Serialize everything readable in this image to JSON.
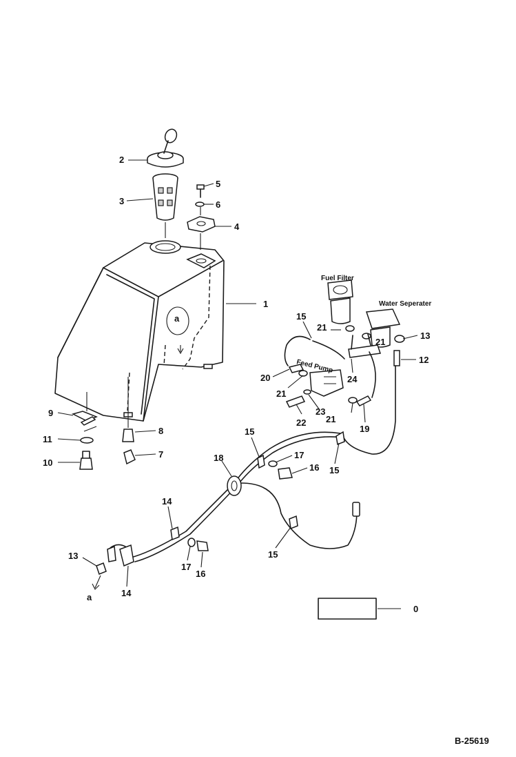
{
  "callouts": {
    "n0": "0",
    "n1": "1",
    "n2": "2",
    "n3": "3",
    "n4": "4",
    "n5": "5",
    "n6": "6",
    "n7": "7",
    "n8": "8",
    "n9": "9",
    "n10": "10",
    "n11": "11",
    "n12": "12",
    "n13": "13",
    "n14": "14",
    "n15": "15",
    "n16": "16",
    "n17": "17",
    "n18": "18",
    "n19": "19",
    "n20": "20",
    "n21": "21",
    "n22": "22",
    "n23": "23",
    "n24": "24"
  },
  "ref_a": "a",
  "captions": {
    "fuel_filter": "Fuel Filter",
    "water_separator": "Water Seperater",
    "feed_pump": "Feed Pump"
  },
  "drawing_number": "B-25619"
}
